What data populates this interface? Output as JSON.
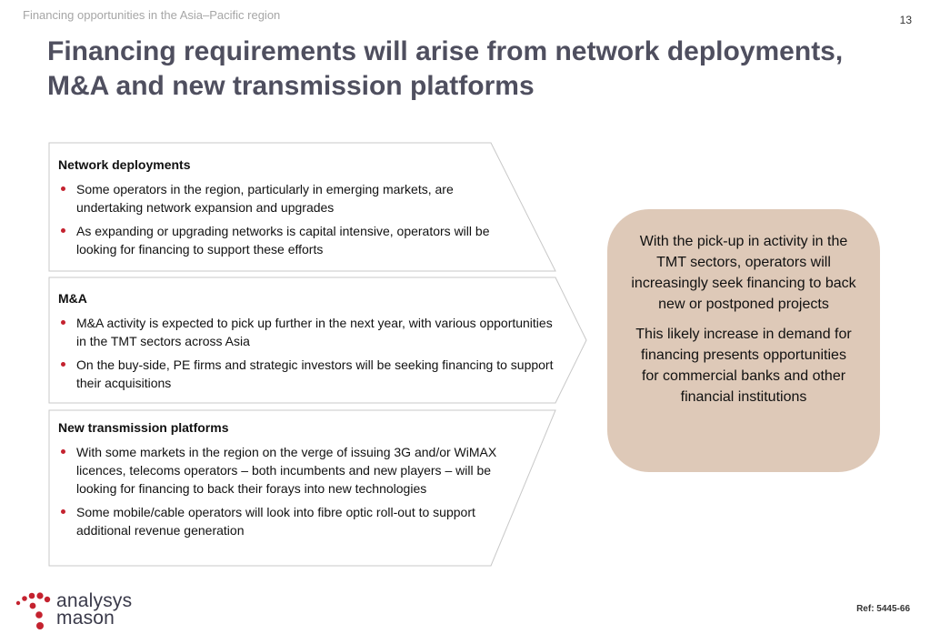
{
  "header": {
    "section": "Financing opportunities in the Asia–Pacific region",
    "page_number": "13",
    "title": "Financing requirements will arise from network deployments, M&A and new transmission platforms"
  },
  "boxes": [
    {
      "heading": "Network deployments",
      "bullets": [
        "Some operators in the region, particularly in emerging markets, are undertaking network expansion and upgrades",
        "As expanding or upgrading networks is capital intensive, operators will be looking for financing to support these efforts"
      ]
    },
    {
      "heading": "M&A",
      "bullets": [
        "M&A activity is expected to pick up further in the next year, with various opportunities in the TMT sectors across Asia",
        "On the buy-side, PE firms and strategic investors will be seeking financing to support their acquisitions"
      ]
    },
    {
      "heading": "New transmission platforms",
      "bullets": [
        "With some markets in the region on the verge of issuing 3G and/or WiMAX licences, telecoms operators – both incumbents and new players – will be looking for financing to back their forays into new technologies",
        "Some mobile/cable operators will look into fibre optic roll-out to support additional revenue generation"
      ]
    }
  ],
  "callout": {
    "paragraphs": [
      "With the pick-up in activity in the TMT sectors, operators will increasingly seek financing to back new or postponed projects",
      "This likely increase in demand for financing presents opportunities for commercial banks and other financial institutions"
    ]
  },
  "footer": {
    "logo_line1": "analysys",
    "logo_line2": "mason",
    "ref": "Ref: 5445-66"
  },
  "colors": {
    "title": "#4f4f5f",
    "bullet": "#c4222f",
    "callout_fill": "#dec9b8",
    "box_border": "#c8c8c8",
    "logo_dots": "#c4222f"
  }
}
